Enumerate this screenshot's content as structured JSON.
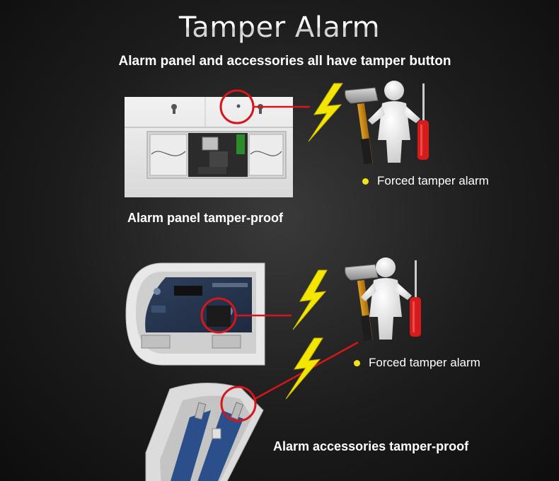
{
  "title": "Tamper Alarm",
  "subtitle": "Alarm panel and accessories all have tamper button",
  "panel_section": {
    "caption": "Alarm panel tamper-proof",
    "bullet": "Forced tamper alarm"
  },
  "accessory_section": {
    "bullet": "Forced tamper alarm",
    "caption": "Alarm accessories tamper-proof"
  },
  "colors": {
    "lightning": "#f3e600",
    "callout_line": "#d8141c",
    "bullet": "#f2e11b",
    "text": "#ffffff"
  },
  "icons": [
    "lightning-bolt-icon",
    "worker-with-tools-icon",
    "hammer-icon",
    "screwdriver-icon"
  ]
}
